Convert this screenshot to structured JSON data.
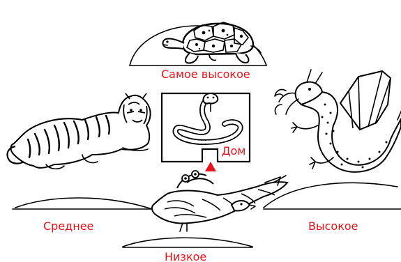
{
  "labels": {
    "top": "Самое высокое",
    "center": "Дом",
    "left": "Среднее",
    "right": "Высокое",
    "bottom": "Низкое"
  },
  "icons": {
    "top": "turtle-icon",
    "left": "tiger-icon",
    "right": "dragon-icon",
    "center": "snake-icon",
    "bottom": "phoenix-icon",
    "marker": "red-triangle-marker-icon"
  },
  "colors": {
    "label": "#e8141c",
    "ink": "#000000",
    "background": "#ffffff"
  }
}
